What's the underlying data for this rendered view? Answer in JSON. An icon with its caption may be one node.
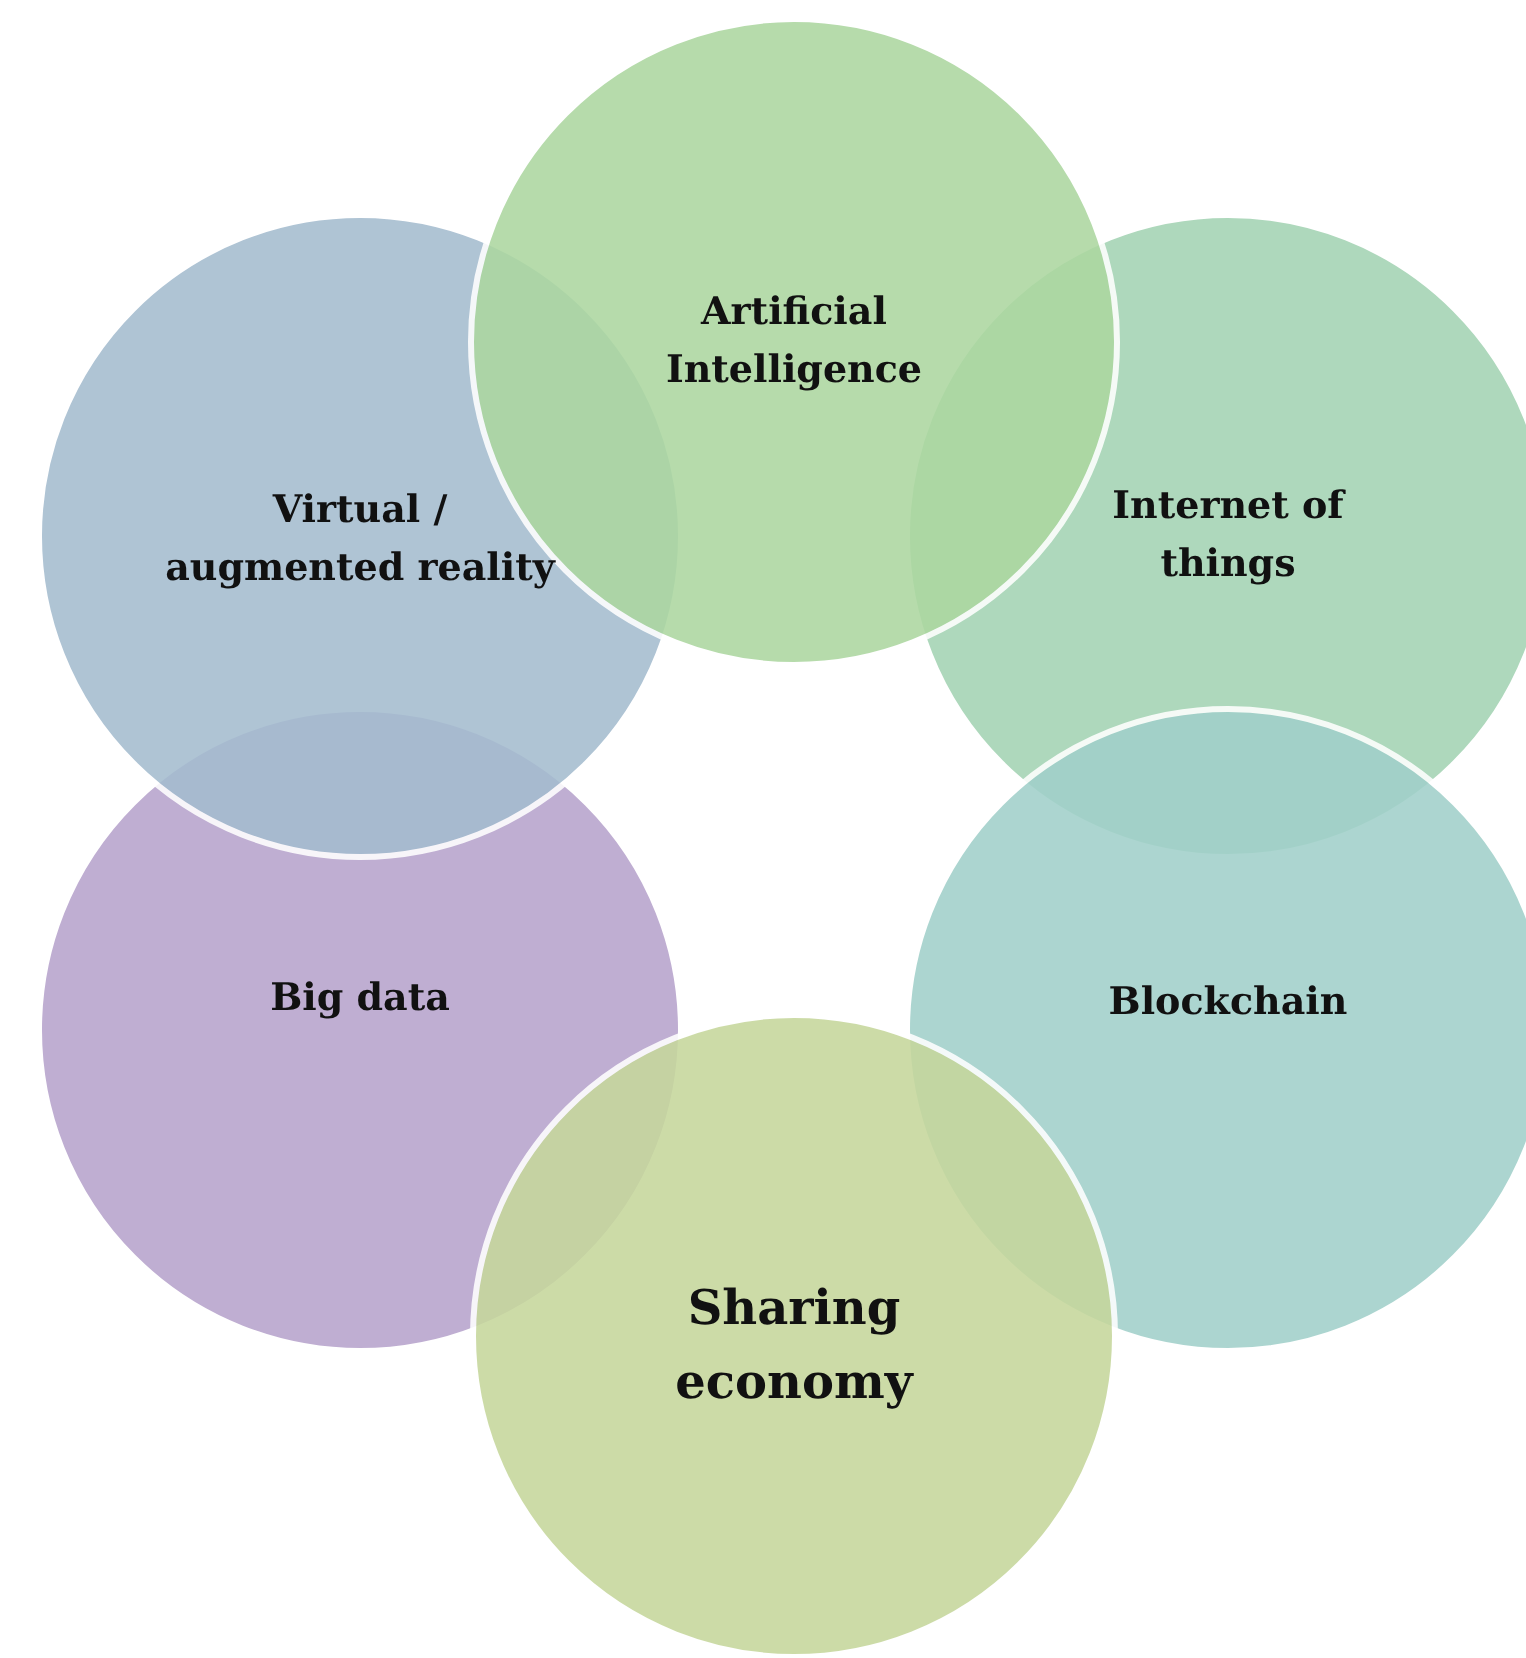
{
  "diagram": {
    "nodes": [
      {
        "text": [
          "Artificial Intelligence"
        ]
      },
      {
        "text": [
          "Internet of things"
        ]
      },
      {
        "text": [
          "Blockchain"
        ]
      },
      {
        "text": [
          "Sharing economy"
        ]
      },
      {
        "text": [
          "Big data"
        ]
      },
      {
        "text": [
          "Virtual / augmented reality"
        ]
      }
    ]
  }
}
